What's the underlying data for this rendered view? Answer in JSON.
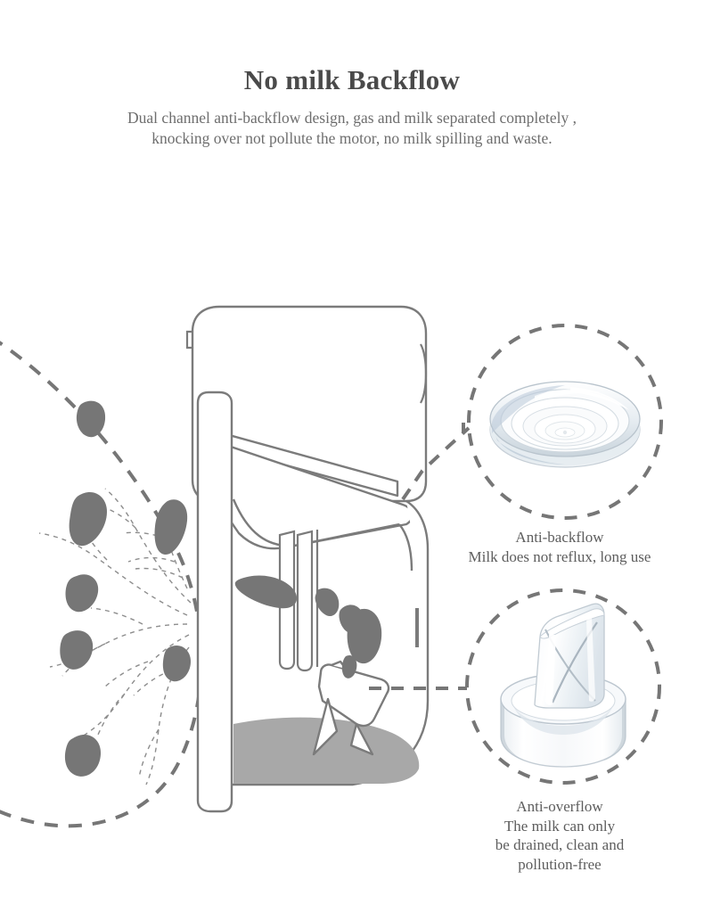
{
  "header": {
    "title": "No milk Backflow",
    "subtitle_line1": "Dual channel anti-backflow design, gas and milk separated completely ,",
    "subtitle_line2": "knocking over not pollute the motor, no milk spilling and waste."
  },
  "features": [
    {
      "id": "anti-backflow",
      "name_line": "Anti-backflow",
      "desc_line1": "Milk does not reflux, long use",
      "part_icon": "silicone-diaphragm-disc"
    },
    {
      "id": "anti-overflow",
      "name_line": "Anti-overflow",
      "desc_line1": "The milk can only",
      "desc_line2": "be drained, clean and",
      "desc_line3": "pollution-free",
      "part_icon": "duckbill-valve"
    }
  ],
  "diagram": {
    "name": "breast-pump-cutaway-diagram",
    "elements": [
      "breast-outline-dashed-arc",
      "milk-duct-network",
      "milk-droplets",
      "pump-motor-housing",
      "flange-assembly",
      "dual-channel-tubes",
      "duckbill-valve-in-body",
      "collected-milk-pool"
    ]
  },
  "colors": {
    "title": "#4a4a4a",
    "subtitle": "#6e6e6e",
    "caption": "#5d5d5d",
    "line_art": "#7b7b7b",
    "dashed": "#767676",
    "milk_fill": "#a8a8a8",
    "droplet": "#777777",
    "background": "#ffffff"
  }
}
